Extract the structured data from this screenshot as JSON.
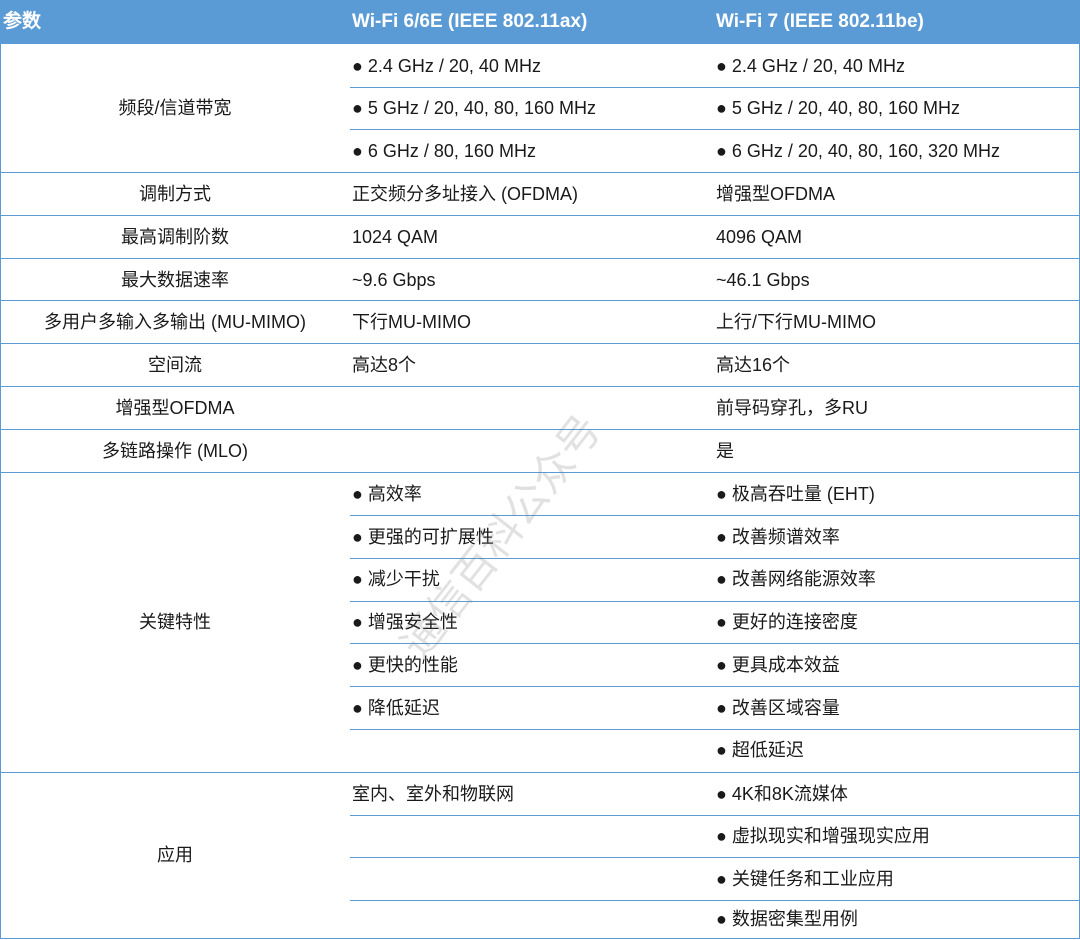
{
  "header": {
    "col1": "参数",
    "col2": "Wi-Fi 6/6E (IEEE 802.11ax)",
    "col3": "Wi-Fi 7 (IEEE 802.11be)"
  },
  "rows": [
    {
      "param": "频段/信道带宽",
      "wifi6": [
        "● 2.4 GHz / 20, 40 MHz",
        "● 5 GHz / 20, 40, 80, 160 MHz",
        "● 6 GHz / 80, 160 MHz"
      ],
      "wifi7": [
        "● 2.4 GHz / 20, 40 MHz",
        "● 5 GHz / 20, 40, 80, 160 MHz",
        "● 6 GHz / 20, 40, 80, 160, 320 MHz"
      ]
    },
    {
      "param": "调制方式",
      "wifi6": "正交频分多址接入 (OFDMA)",
      "wifi7": "增强型OFDMA"
    },
    {
      "param": "最高调制阶数",
      "wifi6": "1024 QAM",
      "wifi7": "4096 QAM"
    },
    {
      "param": "最大数据速率",
      "wifi6": "~9.6 Gbps",
      "wifi7": "~46.1 Gbps"
    },
    {
      "param": "多用户多输入多输出 (MU-MIMO)",
      "wifi6": "下行MU-MIMO",
      "wifi7": "上行/下行MU-MIMO"
    },
    {
      "param": "空间流",
      "wifi6": "高达8个",
      "wifi7": "高达16个"
    },
    {
      "param": "增强型OFDMA",
      "wifi6": "",
      "wifi7": "前导码穿孔，多RU"
    },
    {
      "param": "多链路操作 (MLO)",
      "wifi6": "",
      "wifi7": "是"
    },
    {
      "param": "关键特性",
      "wifi6": [
        "● 高效率",
        "● 更强的可扩展性",
        "● 减少干扰",
        "● 增强安全性",
        "● 更快的性能",
        "● 降低延迟"
      ],
      "wifi7": [
        "● 极高吞吐量 (EHT)",
        "● 改善频谱效率",
        "● 改善网络能源效率",
        "● 更好的连接密度",
        "● 更具成本效益",
        "● 改善区域容量",
        "● 超低延迟"
      ]
    },
    {
      "param": "应用",
      "wifi6": [
        "室内、室外和物联网"
      ],
      "wifi7": [
        "● 4K和8K流媒体",
        "● 虚拟现实和增强现实应用",
        "● 关键任务和工业应用",
        "● 数据密集型用例"
      ]
    }
  ],
  "watermark": "通信百科公众号",
  "colors": {
    "header_bg": "#5b9bd5",
    "header_text": "#ffffff",
    "border": "#5b9bd5",
    "text": "#1a1a1a"
  }
}
